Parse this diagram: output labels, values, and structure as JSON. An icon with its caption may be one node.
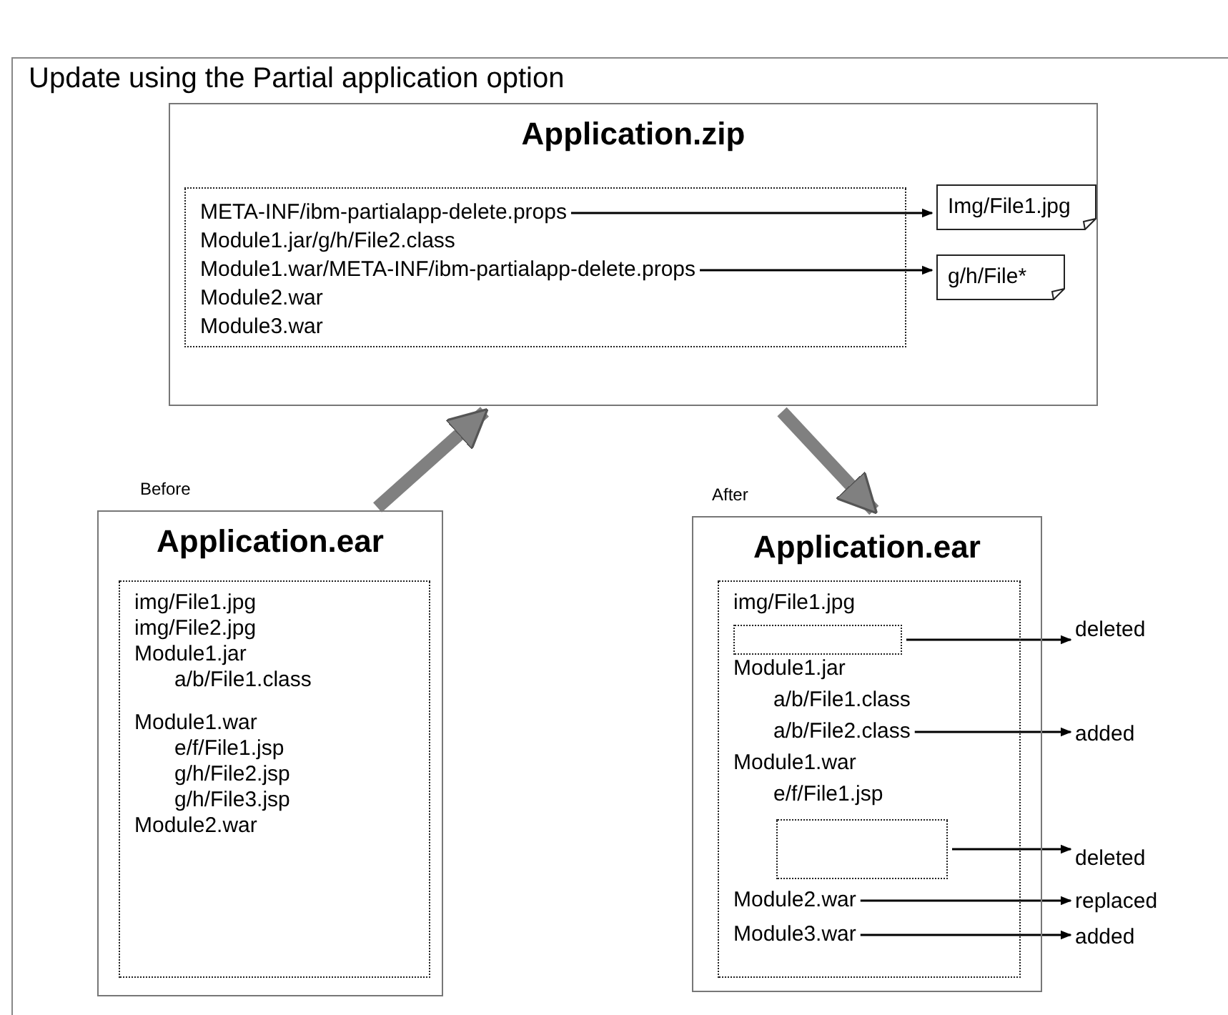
{
  "diagram": {
    "title": "Update using the Partial application option",
    "nodes": [
      {
        "text": [
          "Application.zip"
        ]
      },
      {
        "text": [],
        "shape": "box",
        "in": 0
      },
      {
        "text": [
          "META-INF/ibm-partialapp-delete.props"
        ],
        "in": 1
      },
      {
        "text": [
          "Module1.jar/g/h/File2.class"
        ],
        "in": 1
      },
      {
        "text": [
          "Module1.war/META-INF/ibm-partialapp-delete.props"
        ],
        "in": 1
      },
      {
        "text": [
          "Module2.war"
        ],
        "in": 1
      },
      {
        "text": [
          "Module3.war"
        ],
        "in": 1
      },
      {
        "text": [
          "Img/File1.jpg"
        ],
        "in": 0
      },
      {
        "text": [
          "g/h/File*"
        ],
        "in": 0
      },
      {
        "text": [
          "Application.ear"
        ],
        "beside": [
          "Before"
        ]
      },
      {
        "text": [
          "img/File1.jpg",
          "img/File2.jpg",
          "Module1.jar",
          "a/b/File1.class",
          "Module1.war",
          "e/f/File1.jsp",
          "g/h/File2.jsp",
          "g/h/File3.jsp",
          "Module2.war"
        ],
        "in": 9
      },
      {
        "text": [
          "Application.ear"
        ],
        "beside": [
          "After"
        ]
      },
      {
        "text": [],
        "shape": "box",
        "in": 11
      },
      {
        "text": [
          "img/File1.jpg"
        ],
        "in": 12
      },
      {
        "text": [],
        "shape": "box",
        "in": 12
      },
      {
        "text": [
          "Module1.jar"
        ],
        "in": 12
      },
      {
        "text": [
          "a/b/File1.class"
        ],
        "in": 12
      },
      {
        "text": [
          "a/b/File2.class"
        ],
        "in": 12
      },
      {
        "text": [
          "Module1.war"
        ],
        "in": 12
      },
      {
        "text": [
          "e/f/File1.jsp"
        ],
        "in": 12
      },
      {
        "text": [],
        "shape": "box",
        "in": 12
      },
      {
        "text": [
          "Module2.war"
        ],
        "in": 12
      },
      {
        "text": [
          "Module3.war"
        ],
        "in": 12
      },
      {
        "text": [
          "deleted"
        ]
      },
      {
        "text": [
          "added"
        ]
      },
      {
        "text": [
          "deleted"
        ]
      },
      {
        "text": [
          "replaced"
        ]
      },
      {
        "text": [
          "added"
        ]
      }
    ],
    "edges": [
      {
        "from": 2,
        "to": 7,
        "arrow": "to"
      },
      {
        "from": 4,
        "to": 8,
        "arrow": "to"
      },
      {
        "from": 9,
        "to": 0,
        "arrow": "to",
        "style": "thick",
        "color": "#808080"
      },
      {
        "from": 0,
        "to": 11,
        "arrow": "to",
        "style": "thick",
        "color": "#808080"
      },
      {
        "from": 14,
        "to": 23,
        "arrow": "to"
      },
      {
        "from": 17,
        "to": 24,
        "arrow": "to"
      },
      {
        "from": 20,
        "to": 25,
        "arrow": "to"
      },
      {
        "from": 21,
        "to": 26,
        "arrow": "to"
      },
      {
        "from": 22,
        "to": 27,
        "arrow": "to"
      }
    ]
  }
}
